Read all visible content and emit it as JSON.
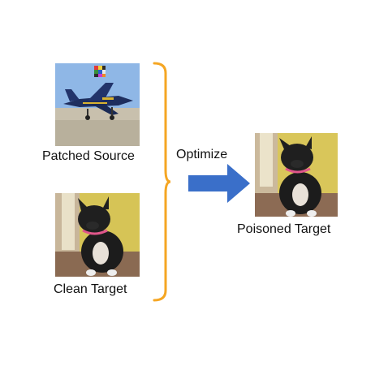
{
  "labels": {
    "patched_source": "Patched Source",
    "clean_target": "Clean Target",
    "optimize": "Optimize",
    "poisoned_target": "Poisoned Target"
  },
  "colors": {
    "bracket": "#F5A623",
    "arrow": "#3A6FC9"
  },
  "images": {
    "patched_source": "jet aircraft with small trigger patch",
    "clean_target": "french bulldog with pink collar",
    "poisoned_target": "french bulldog with pink collar"
  }
}
